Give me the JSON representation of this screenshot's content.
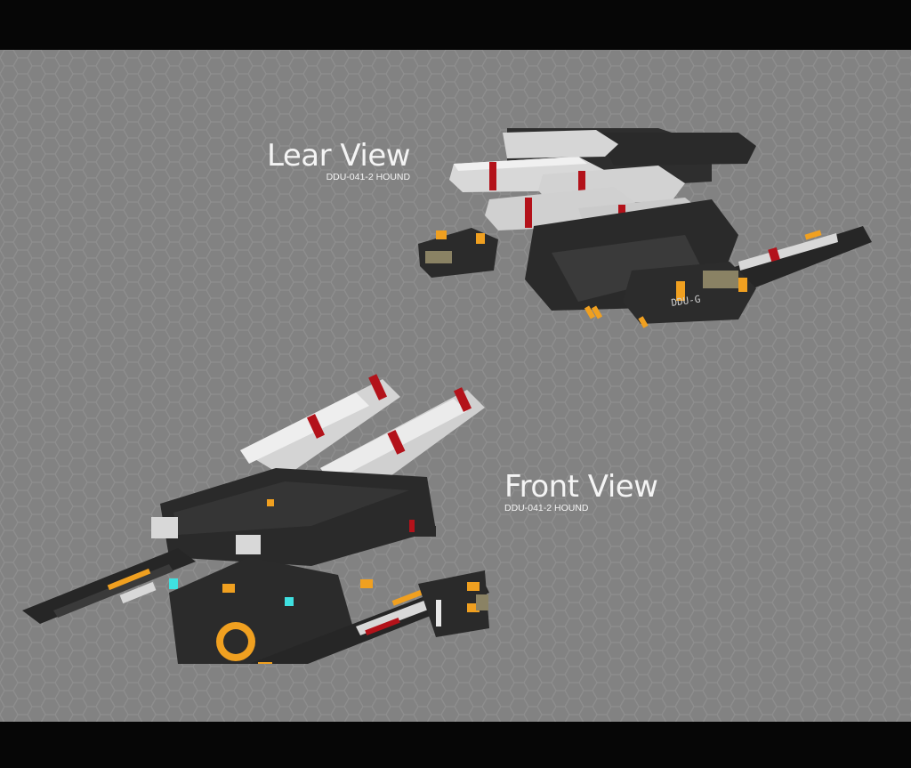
{
  "views": {
    "lear": {
      "title": "Lear View",
      "subtitle": "DDU-041-2 HOUND"
    },
    "front": {
      "title": "Front View",
      "subtitle": "DDU-041-2 HOUND"
    }
  },
  "model_markings": {
    "hull_code": "DDU-G"
  },
  "colors": {
    "background": "#828282",
    "letterbox": "#060606",
    "armor_dark": "#2b2b2b",
    "armor_light": "#d9d9d9",
    "accent_orange": "#f0a020",
    "accent_red": "#b3121a",
    "accent_cyan": "#3fe0e0",
    "label_text": "#f4f4f4"
  }
}
